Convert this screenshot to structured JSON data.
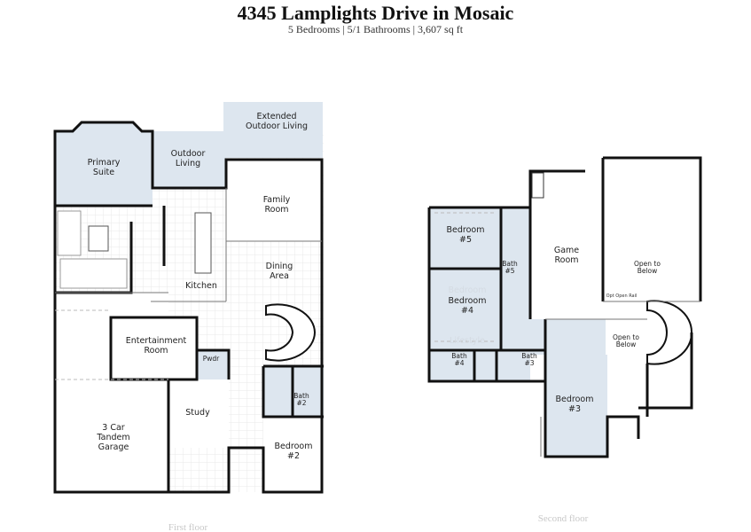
{
  "header": {
    "title": "4345 Lamplights Drive in Mosaic",
    "subtitle": "5 Bedrooms | 5/1 Bathrooms | 3,607 sq ft"
  },
  "first_floor": {
    "caption": "First floor",
    "rooms": {
      "primary_suite": [
        "Primary",
        "Suite"
      ],
      "outdoor_living": [
        "Outdoor",
        "Living"
      ],
      "extended_outdoor": [
        "Extended",
        "Outdoor Living"
      ],
      "family_room": [
        "Family",
        "Room"
      ],
      "dining": [
        "Dining",
        "Area"
      ],
      "kitchen": "Kitchen",
      "entertainment": [
        "Entertainment",
        "Room"
      ],
      "pwdr": "Pwdr",
      "bath2": [
        "Bath",
        "#2"
      ],
      "study": "Study",
      "garage": [
        "3 Car",
        "Tandem",
        "Garage"
      ],
      "bedroom2": [
        "Bedroom",
        "#2"
      ]
    }
  },
  "second_floor": {
    "caption": "Second floor",
    "rooms": {
      "bedroom5": [
        "Bedroom",
        "#5"
      ],
      "bath5": [
        "Bath",
        "#5"
      ],
      "bedroom4": [
        "Bedroom",
        "#4"
      ],
      "bath4": [
        "Bath",
        "#4"
      ],
      "bath3": [
        "Bath",
        "#3"
      ],
      "game_room": [
        "Game",
        "Room"
      ],
      "open_below_1": [
        "Open to",
        "Below"
      ],
      "open_below_2": [
        "Open to",
        "Below"
      ],
      "rail": "Opt Open Rail",
      "bedroom3": [
        "Bedroom",
        "#3"
      ],
      "ghost_bedroom": "Bedroom",
      "ghost_lifestyle": "Lifestyle"
    }
  },
  "colors": {
    "room_fill": "#dde6ef",
    "wall": "#111111"
  }
}
